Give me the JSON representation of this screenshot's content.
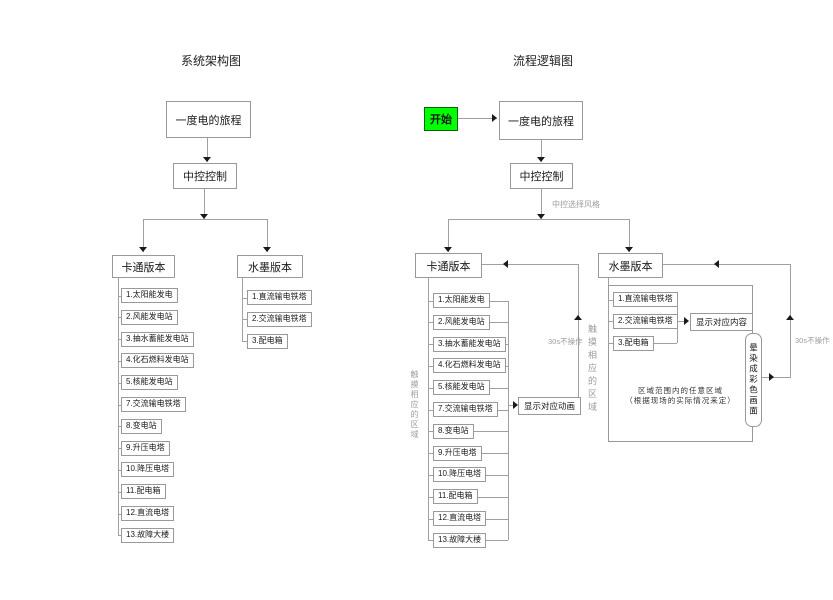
{
  "colors": {
    "start_fill": "#00ff00",
    "start_border": "#006600",
    "box_border": "#999999",
    "connector": "#a0a0a0",
    "muted_label": "#9e9e9e",
    "text": "#1a1a1a",
    "canvas": "#ffffff"
  },
  "left_diagram": {
    "title": "系统架构图",
    "nodes": {
      "root": "一度电的旅程",
      "controller": "中控控制",
      "cartoon_branch": "卡通版本",
      "ink_branch": "水墨版本"
    },
    "cartoon_items": [
      "1.太阳能发电",
      "2.风能发电站",
      "3.抽水蓄能发电站",
      "4.化石燃料发电站",
      "5.核能发电站",
      "7.交流输电铁塔",
      "8.变电站",
      "9.升压电塔",
      "10.降压电塔",
      "11.配电箱",
      "12.直流电塔",
      "13.故障大楼"
    ],
    "ink_items": [
      "1.直流输电铁塔",
      "2.交流输电铁塔",
      "3.配电箱"
    ]
  },
  "right_diagram": {
    "title": "流程逻辑图",
    "nodes": {
      "start": "开始",
      "root": "一度电的旅程",
      "controller": "中控控制",
      "cartoon_branch": "卡通版本",
      "ink_branch": "水墨版本",
      "cartoon_action": "显示对应动画",
      "ink_action": "显示对应内容",
      "render_result": "晕染成彩色画面"
    },
    "cartoon_items": [
      "1.太阳能发电",
      "2.风能发电站",
      "3.抽水蓄能发电站",
      "4.化石燃料发电站",
      "5.核能发电站",
      "7.交流输电铁塔",
      "8.变电站",
      "9.升压电塔",
      "10.降压电塔",
      "11.配电箱",
      "12.直流电塔",
      "13.故障大楼"
    ],
    "ink_items": [
      "1.直流输电铁塔",
      "2.交流输电铁塔",
      "3.配电箱"
    ],
    "labels": {
      "style_select": "中控选择风格",
      "cartoon_touch": "触摸相应的区域",
      "ink_touch": "触摸相应的区域",
      "cartoon_timeout": "30s不操作",
      "ink_timeout": "30s不操作",
      "region_note_1": "区域范围内的任意区域",
      "region_note_2": "（根据现场的实际情况来定）"
    }
  }
}
